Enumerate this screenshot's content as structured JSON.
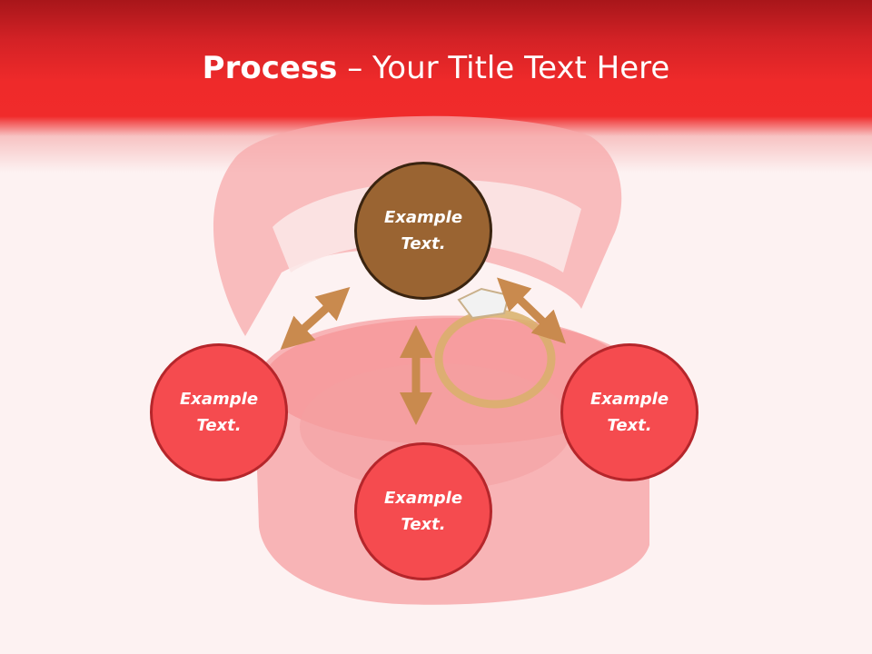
{
  "title": {
    "bold": "Process",
    "separator": " – ",
    "rest": "Your Title Text Here"
  },
  "nodes": {
    "top": "Example Text.",
    "left": "Example Text.",
    "right": "Example Text.",
    "bottom": "Example Text."
  },
  "colors": {
    "header_red": "#ef2a2a",
    "node_red": "#f54b4f",
    "node_brown": "#9a6432",
    "arrow": "#c98a4e"
  },
  "icons": [
    "ring-box-illustration",
    "double-arrow-icon"
  ]
}
